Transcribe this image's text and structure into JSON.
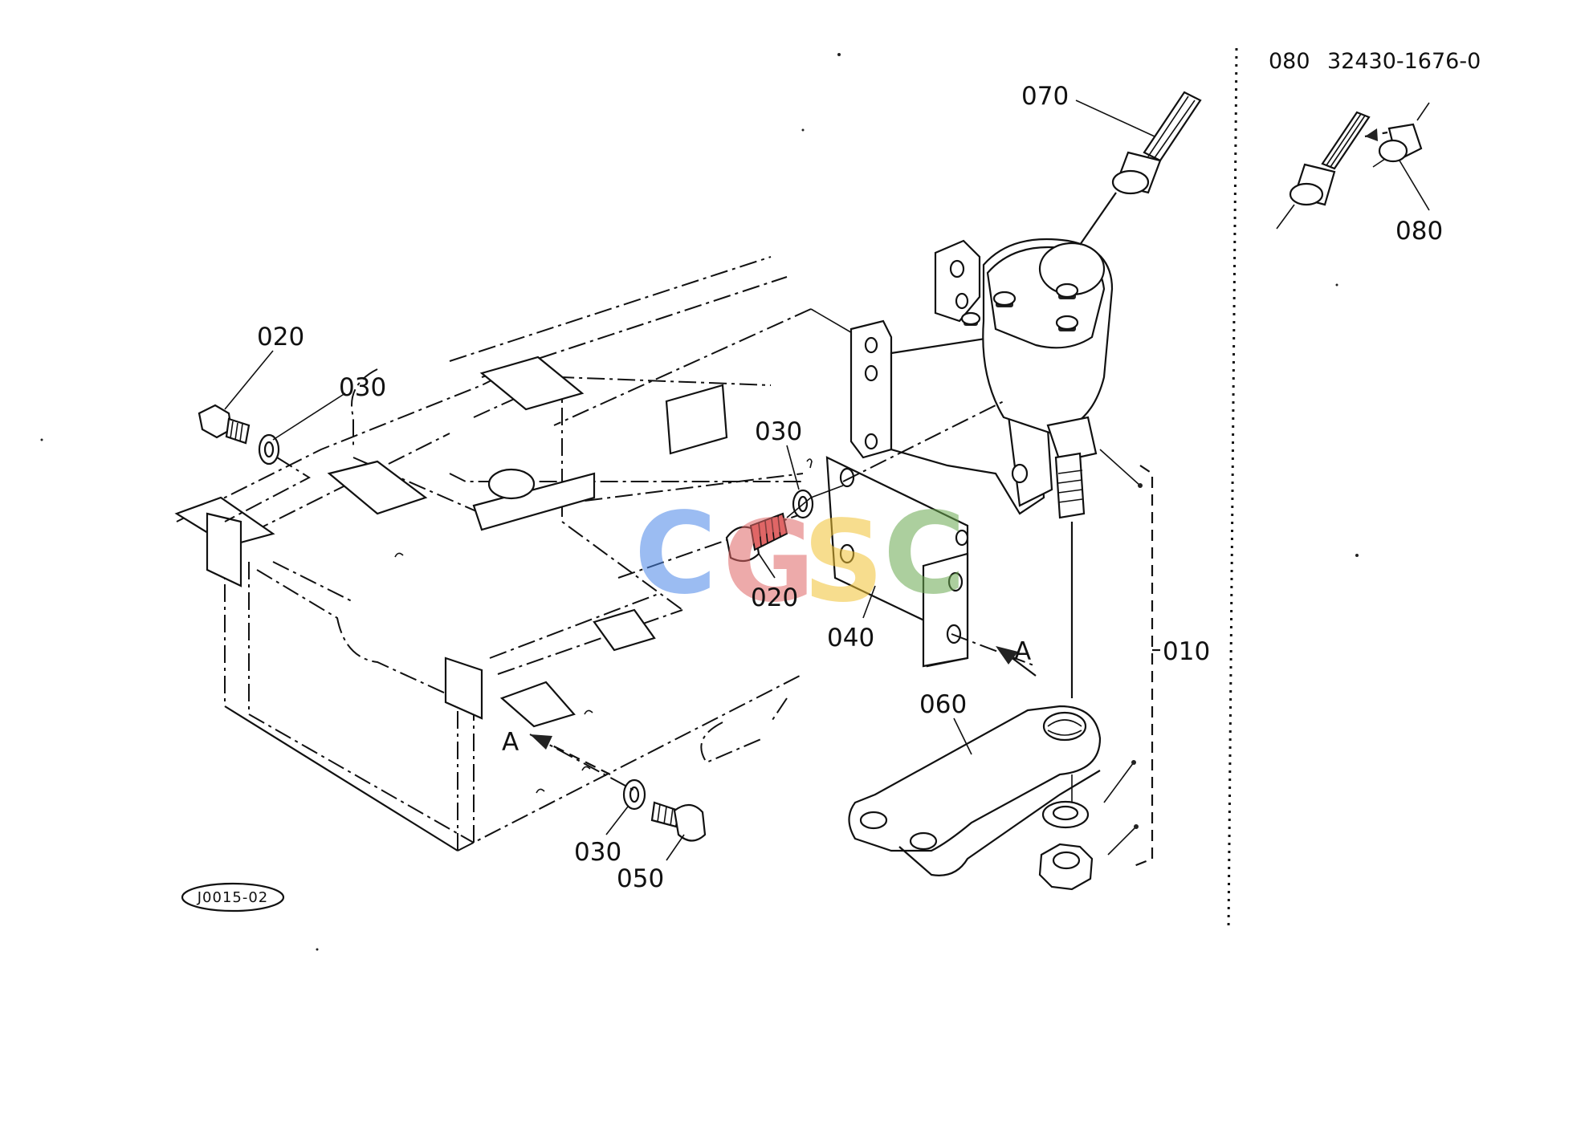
{
  "callouts": {
    "c070": "070",
    "c020_top": "020",
    "c030_top": "030",
    "c030_mid": "030",
    "c020_mid": "020",
    "c040": "040",
    "c060": "060",
    "c010": "010",
    "c030_bot": "030",
    "c050": "050",
    "c080": "080"
  },
  "arrows": {
    "a_right": "A",
    "a_left": "A"
  },
  "inset": {
    "ref_code": "080",
    "part_number": "32430-1676-0"
  },
  "badge": "J0015-02",
  "watermark": {
    "letters": [
      "C",
      "G",
      "S",
      "C"
    ],
    "colors": [
      "#4a86e8",
      "#e06666",
      "#f1c232",
      "#6aa84f"
    ]
  }
}
